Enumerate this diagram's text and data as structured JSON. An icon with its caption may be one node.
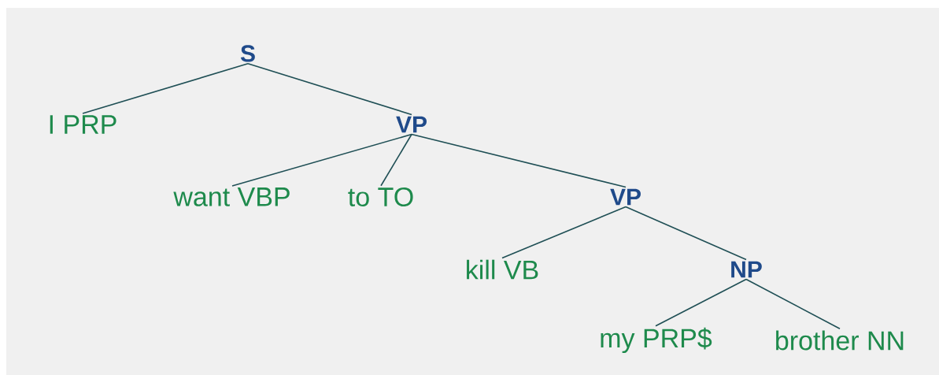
{
  "diagram": {
    "nodes": [
      {
        "text": [
          "S"
        ]
      },
      {
        "text": [
          "I PRP"
        ]
      },
      {
        "text": [
          "VP"
        ]
      },
      {
        "text": [
          "want VBP"
        ]
      },
      {
        "text": [
          "to TO"
        ]
      },
      {
        "text": [
          "VP"
        ]
      },
      {
        "text": [
          "kill VB"
        ]
      },
      {
        "text": [
          "NP"
        ]
      },
      {
        "text": [
          "my PRP$"
        ]
      },
      {
        "text": [
          "brother NN"
        ]
      }
    ],
    "edges": [
      {
        "from": 0,
        "to": 1,
        "arrow": "none"
      },
      {
        "from": 0,
        "to": 2,
        "arrow": "none"
      },
      {
        "from": 2,
        "to": 3,
        "arrow": "none"
      },
      {
        "from": 2,
        "to": 4,
        "arrow": "none"
      },
      {
        "from": 2,
        "to": 5,
        "arrow": "none"
      },
      {
        "from": 5,
        "to": 6,
        "arrow": "none"
      },
      {
        "from": 5,
        "to": 7,
        "arrow": "none"
      },
      {
        "from": 7,
        "to": 8,
        "arrow": "none"
      },
      {
        "from": 7,
        "to": 9,
        "arrow": "none"
      }
    ]
  }
}
